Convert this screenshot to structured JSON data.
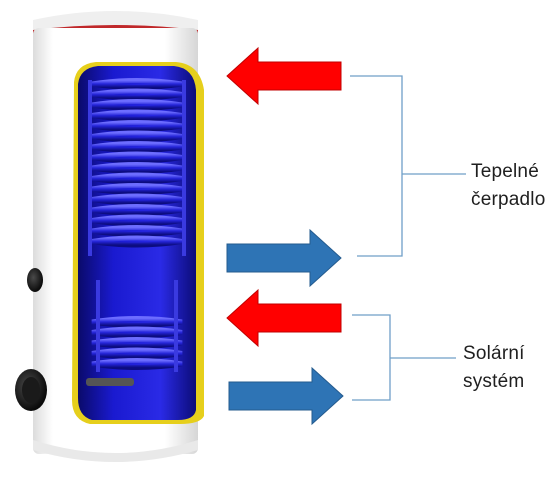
{
  "labels": {
    "heat_pump": [
      "Tepelné",
      "čerpadlo"
    ],
    "solar": [
      "Solární",
      "systém"
    ]
  },
  "colors": {
    "outlet_arrow": "#ff0000",
    "inlet_arrow": "#2e74b5",
    "bracket": "#6f9fc8",
    "coil": "#1a1acc",
    "insulation": "#e8d21a",
    "tank_shell": "#ffffff",
    "top_accent": "#c0282a"
  },
  "icons": [
    "hot-water-outlet-arrow",
    "return-inlet-arrow",
    "connector-bracket",
    "water-tank",
    "coil-heat-exchanger"
  ]
}
